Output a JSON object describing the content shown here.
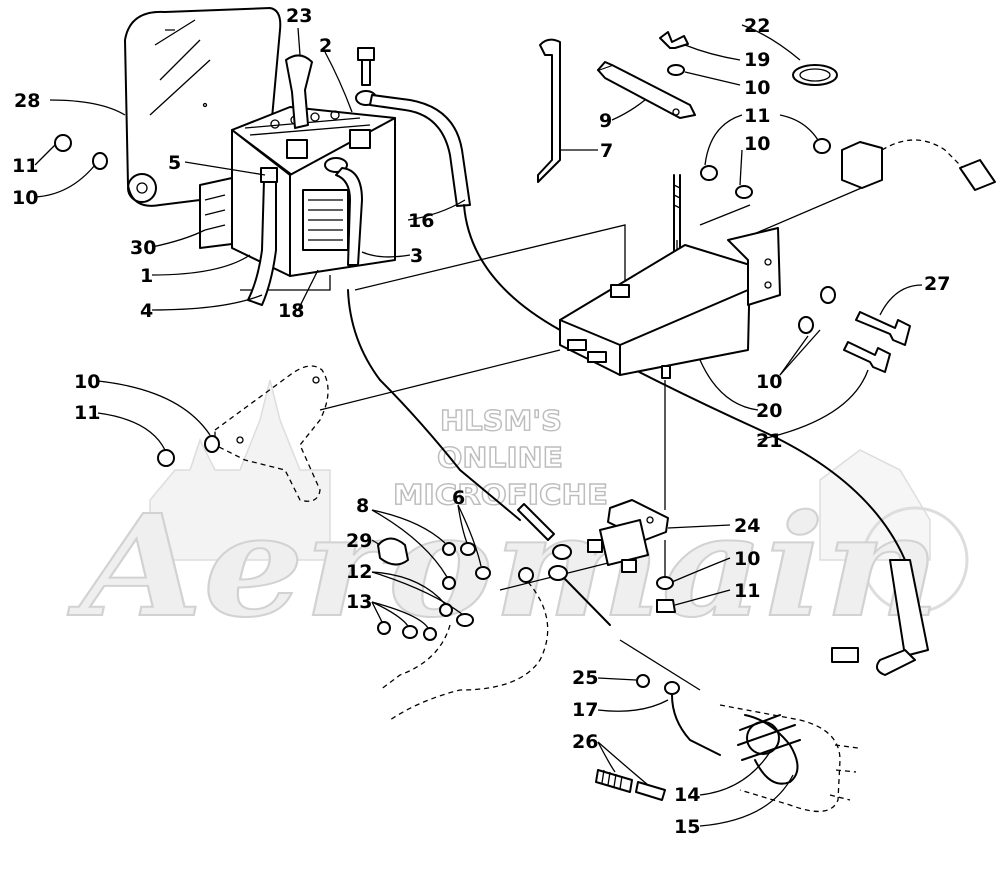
{
  "watermark": {
    "lines": [
      "HLSM'S",
      "ONLINE",
      "MICROFICHE"
    ],
    "logo_text": "Aeromain"
  },
  "callouts": {
    "c1": "1",
    "c2": "2",
    "c3": "3",
    "c4": "4",
    "c5": "5",
    "c6": "6",
    "c7": "7",
    "c8": "8",
    "c9": "9",
    "c10a": "10",
    "c10b": "10",
    "c10c": "10",
    "c10d": "10",
    "c10e": "10",
    "c10f": "10",
    "c11a": "11",
    "c11b": "11",
    "c11c": "11",
    "c11d": "11",
    "c12": "12",
    "c13": "13",
    "c14": "14",
    "c15": "15",
    "c16": "16",
    "c17": "17",
    "c18": "18",
    "c19": "19",
    "c20": "20",
    "c21": "21",
    "c22": "22",
    "c23": "23",
    "c24": "24",
    "c25": "25",
    "c26": "26",
    "c27": "27",
    "c28": "28",
    "c29": "29",
    "c30": "30"
  }
}
